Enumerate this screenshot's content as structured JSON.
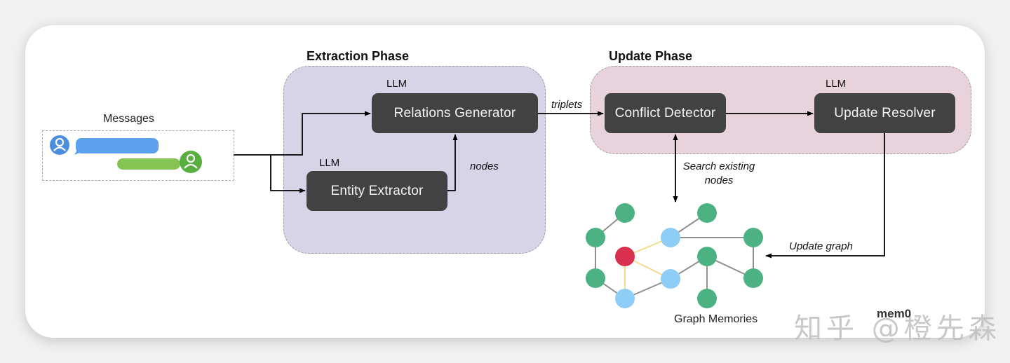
{
  "diagram": {
    "messages": {
      "label": "Messages",
      "bubbles": [
        {
          "sender": "user",
          "color": "#5aa2ec",
          "avatar_color": "#4a8ee0"
        },
        {
          "sender": "assistant",
          "color": "#85c452",
          "avatar_color": "#58ae3e"
        }
      ]
    },
    "extraction_phase": {
      "title": "Extraction Phase",
      "background": "#d8d4e8",
      "nodes": [
        {
          "id": "relations-generator",
          "label": "Relations Generator",
          "tag": "LLM"
        },
        {
          "id": "entity-extractor",
          "label": "Entity Extractor",
          "tag": "LLM"
        }
      ]
    },
    "update_phase": {
      "title": "Update Phase",
      "background": "#e8d3dc",
      "nodes": [
        {
          "id": "conflict-detector",
          "label": "Conflict Detector",
          "tag": ""
        },
        {
          "id": "update-resolver",
          "label": "Update Resolver",
          "tag": "LLM"
        }
      ]
    },
    "edge_labels": {
      "nodes": "nodes",
      "triplets": "triplets",
      "search_line1": "Search existing",
      "search_line2": "nodes",
      "update_graph": "Update graph"
    },
    "edges": [
      {
        "from": "messages",
        "to": "relations-generator",
        "label": ""
      },
      {
        "from": "messages",
        "to": "entity-extractor",
        "label": ""
      },
      {
        "from": "entity-extractor",
        "to": "relations-generator",
        "label": "nodes"
      },
      {
        "from": "relations-generator",
        "to": "conflict-detector",
        "label": "triplets"
      },
      {
        "from": "conflict-detector",
        "to": "update-resolver",
        "label": ""
      },
      {
        "from": "conflict-detector",
        "to": "graph-memories",
        "label": "Search existing nodes",
        "bidirectional": true
      },
      {
        "from": "update-resolver",
        "to": "graph-memories",
        "label": "Update graph"
      }
    ],
    "graph": {
      "caption": "Graph Memories",
      "colors": {
        "green": "#4db283",
        "blue": "#8ecdf5",
        "red": "#d9304f",
        "edge": "#909090",
        "highlight_edge": "#f3dc8a"
      },
      "nodes": [
        {
          "id": "g1",
          "type": "green"
        },
        {
          "id": "g2",
          "type": "green"
        },
        {
          "id": "g3",
          "type": "green"
        },
        {
          "id": "r1",
          "type": "red"
        },
        {
          "id": "b1",
          "type": "blue"
        },
        {
          "id": "b2",
          "type": "blue"
        },
        {
          "id": "b3",
          "type": "blue"
        },
        {
          "id": "g4",
          "type": "green"
        },
        {
          "id": "g5",
          "type": "green"
        },
        {
          "id": "g6",
          "type": "green"
        },
        {
          "id": "g7",
          "type": "green"
        },
        {
          "id": "g8",
          "type": "green"
        }
      ],
      "edges": [
        {
          "a": "g1",
          "b": "g2",
          "highlight": false
        },
        {
          "a": "g2",
          "b": "g3",
          "highlight": false
        },
        {
          "a": "g3",
          "b": "b3",
          "highlight": false
        },
        {
          "a": "r1",
          "b": "b1",
          "highlight": true
        },
        {
          "a": "r1",
          "b": "b2",
          "highlight": true
        },
        {
          "a": "r1",
          "b": "b3",
          "highlight": true
        },
        {
          "a": "b3",
          "b": "b2",
          "highlight": false
        },
        {
          "a": "b1",
          "b": "g4",
          "highlight": false
        },
        {
          "a": "b1",
          "b": "g5",
          "highlight": false
        },
        {
          "a": "b2",
          "b": "g6",
          "highlight": false
        },
        {
          "a": "g6",
          "b": "g7",
          "highlight": false
        },
        {
          "a": "g6",
          "b": "g8",
          "highlight": false
        },
        {
          "a": "g5",
          "b": "g8",
          "highlight": false
        }
      ]
    },
    "logo": "mem0",
    "watermark": "知乎 @橙先森"
  }
}
